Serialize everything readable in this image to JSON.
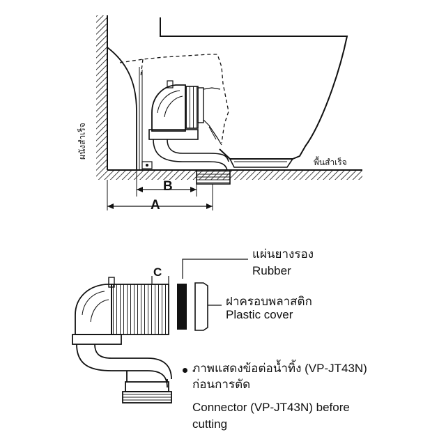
{
  "top_diagram": {
    "wall_label": "ผนังสำเร็จ",
    "floor_label": "พื้นสำเร็จ",
    "dim_b": "B",
    "dim_a": "A"
  },
  "bottom_diagram": {
    "dim_c": "C",
    "rubber_th": "แผ่นยางรอง",
    "rubber_en": "Rubber",
    "cover_th": "ฝาครอบพลาสติก",
    "cover_en": "Plastic cover",
    "caption_th_1": "ภาพแสดงข้อต่อน้ำทิ้ง (VP-JT43N)",
    "caption_th_2": "ก่อนการตัด",
    "caption_en_1": "Connector (VP-JT43N) before",
    "caption_en_2": "cutting"
  }
}
